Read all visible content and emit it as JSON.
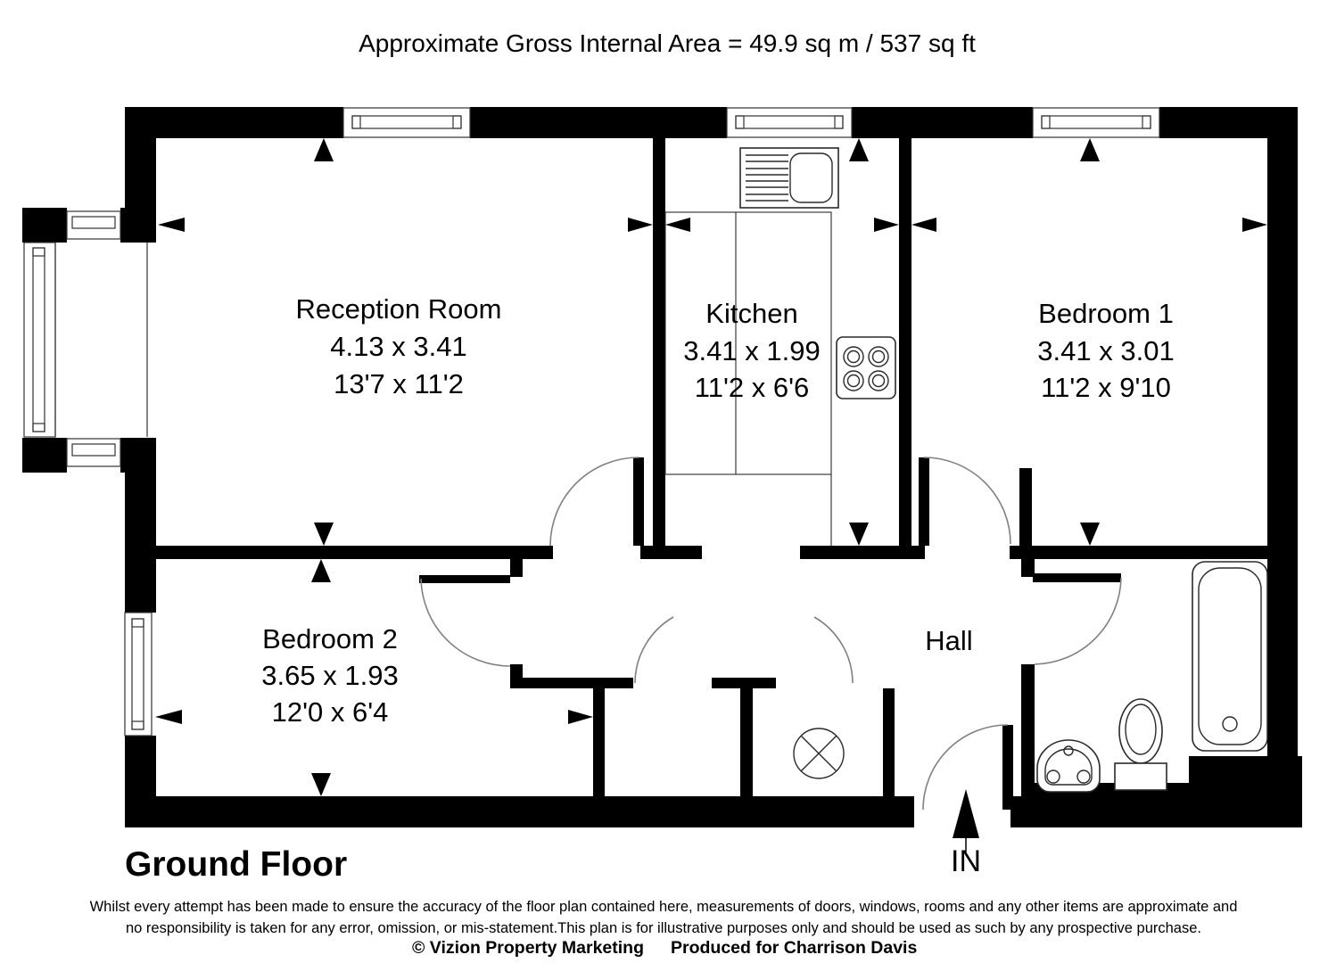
{
  "title": "Approximate Gross Internal Area = 49.9 sq m / 537 sq ft",
  "floor_label": "Ground Floor",
  "entrance": {
    "label": "IN"
  },
  "rooms": {
    "reception": {
      "name": "Reception Room",
      "metric": "4.13 x 3.41",
      "imperial": "13'7 x 11'2"
    },
    "kitchen": {
      "name": "Kitchen",
      "metric": "3.41 x 1.99",
      "imperial": "11'2 x 6'6"
    },
    "bedroom1": {
      "name": "Bedroom 1",
      "metric": "3.41 x 3.01",
      "imperial": "11'2 x 9'10"
    },
    "bedroom2": {
      "name": "Bedroom 2",
      "metric": "3.65 x 1.93",
      "imperial": "12'0 x 6'4"
    },
    "hall": {
      "name": "Hall"
    }
  },
  "fixtures": [
    "kitchen-sink",
    "kitchen-counter",
    "hob",
    "water-cylinder",
    "bath",
    "toilet",
    "wash-basin"
  ],
  "footer": {
    "disclaimer_line1": "Whilst every attempt has been made to ensure the accuracy of the floor plan contained here, measurements of doors, windows, rooms and any other items are approximate and",
    "disclaimer_line2": "no responsibility is taken for any error, omission, or mis-statement.This plan is for illustrative purposes only and should be used as such by any prospective purchase.",
    "credit_left": "© Vizion Property Marketing",
    "credit_right": "Produced for Charrison Davis"
  },
  "colors": {
    "walls": "#000000",
    "background": "#ffffff",
    "door_arc": "#808080"
  }
}
